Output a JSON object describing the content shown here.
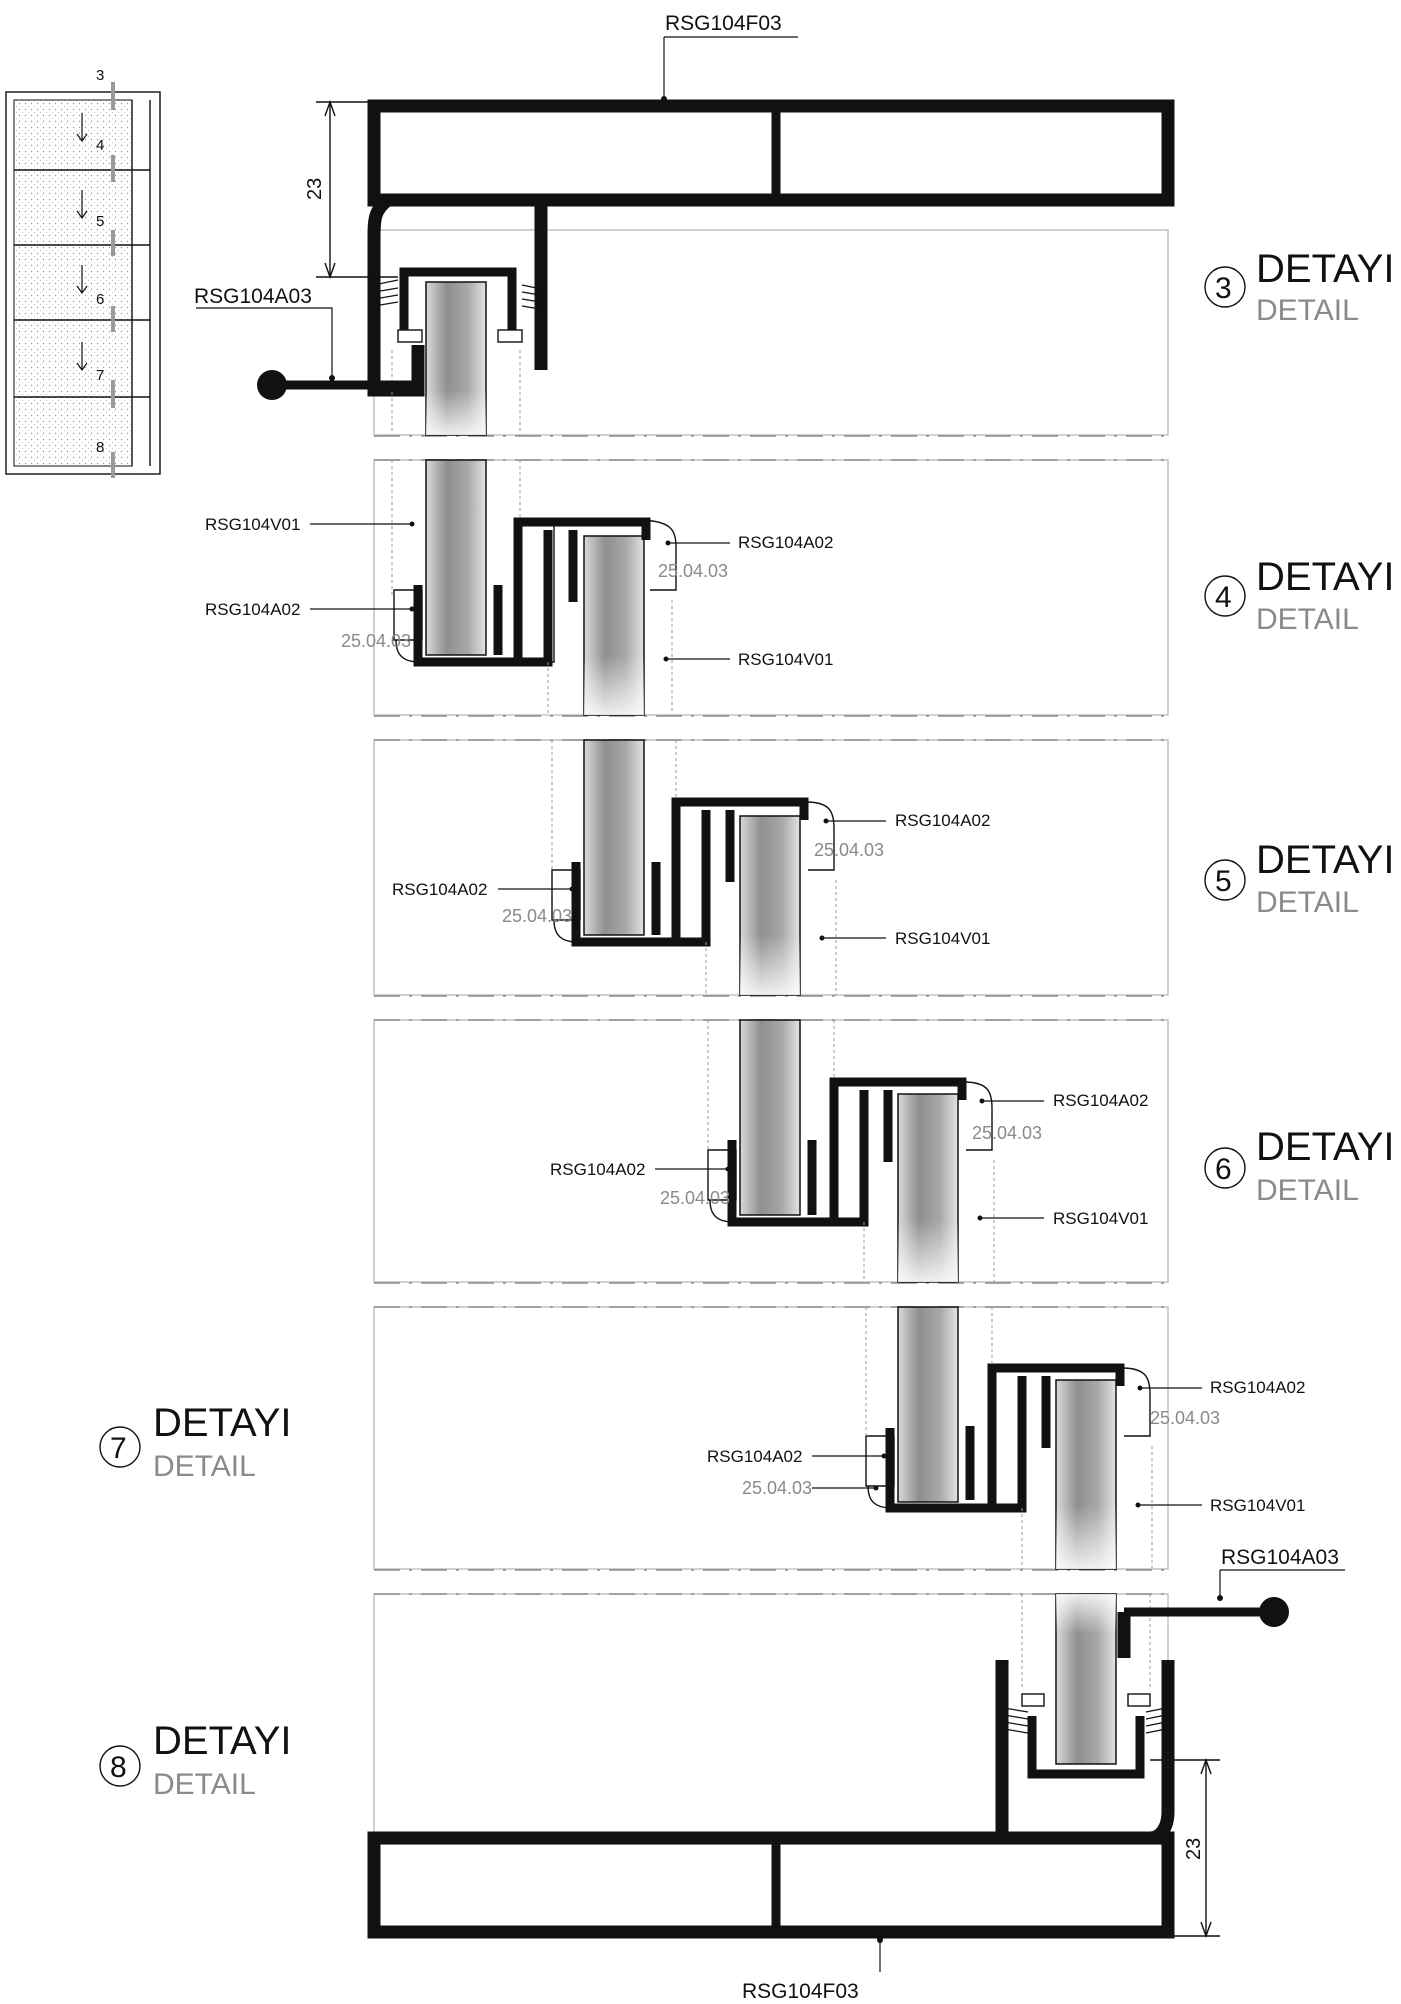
{
  "key_plan": {
    "numbers": [
      "3",
      "4",
      "5",
      "6",
      "7",
      "8"
    ]
  },
  "details": [
    {
      "number": "3",
      "title": "DETAYI",
      "subtitle": "DETAIL"
    },
    {
      "number": "4",
      "title": "DETAYI",
      "subtitle": "DETAIL"
    },
    {
      "number": "5",
      "title": "DETAYI",
      "subtitle": "DETAIL"
    },
    {
      "number": "6",
      "title": "DETAYI",
      "subtitle": "DETAIL"
    },
    {
      "number": "7",
      "title": "DETAYI",
      "subtitle": "DETAIL"
    },
    {
      "number": "8",
      "title": "DETAYI",
      "subtitle": "DETAIL"
    }
  ],
  "profiles": {
    "top_frame": "RSG104F03",
    "bottom_frame": "RSG104F03",
    "handle_top": "RSG104A03",
    "handle_bottom": "RSG104A03",
    "interlock": "RSG104A02",
    "sash": "RSG104V01",
    "seal_date": "25.04.03"
  },
  "dimensions": {
    "frame_depth_top": "23",
    "frame_depth_bottom": "23"
  }
}
